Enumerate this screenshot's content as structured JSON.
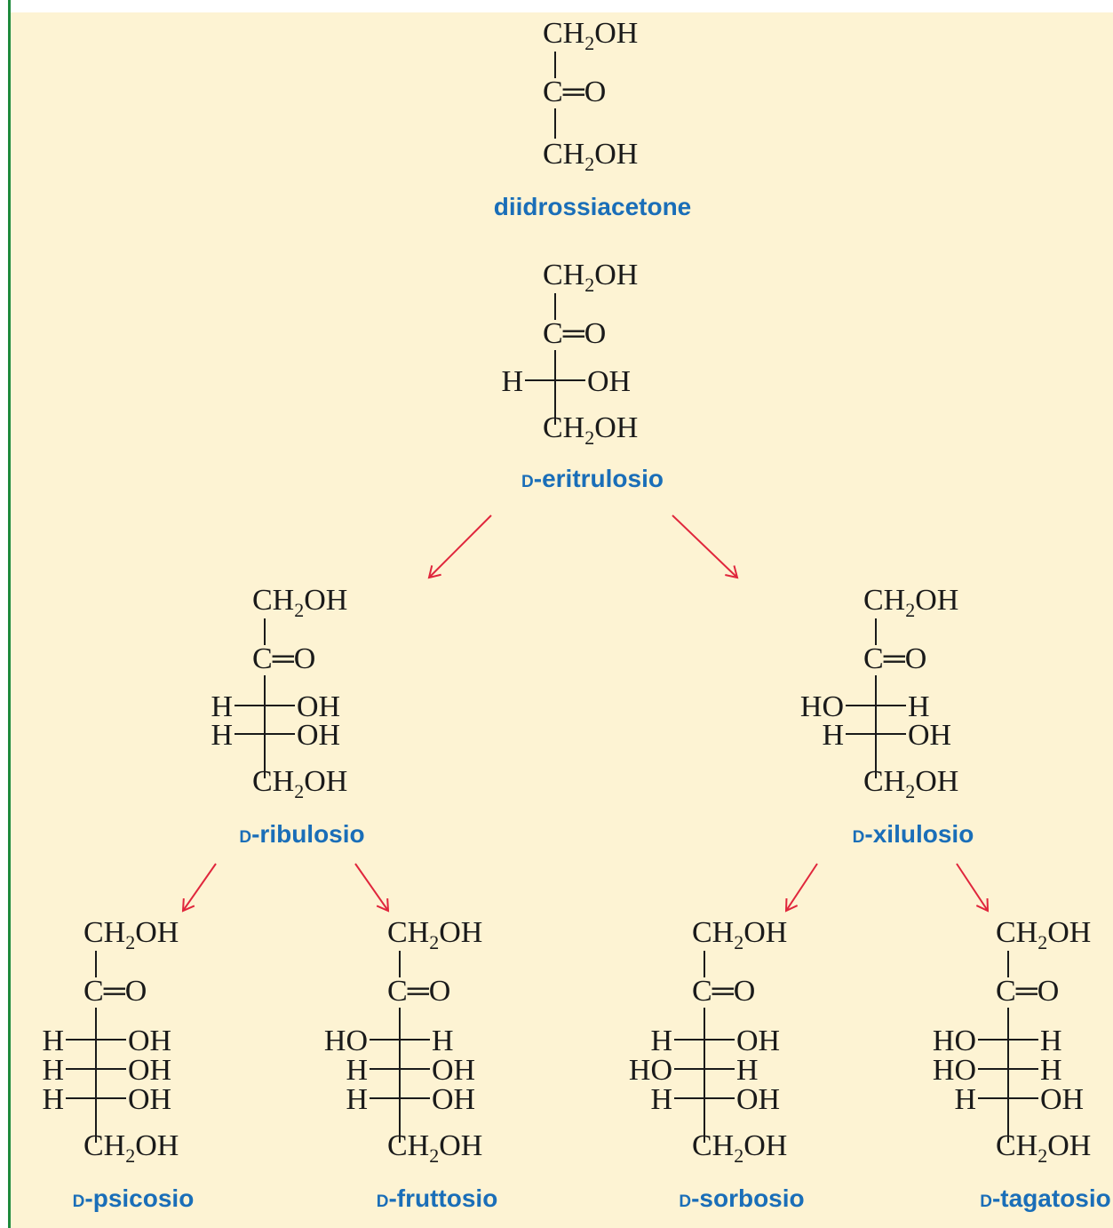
{
  "colors": {
    "background": "#fdf3d3",
    "border": "#1e8a3c",
    "name": "#1a6eb8",
    "arrow": "#e0263c",
    "text": "#1a1a1a"
  },
  "molecules": [
    {
      "name": "diidrossiacetone",
      "prefix": "",
      "rows": []
    },
    {
      "name": "eritrulosio",
      "prefix": "D",
      "rows": [
        [
          "H",
          "OH"
        ]
      ]
    },
    {
      "name": "ribulosio",
      "prefix": "D",
      "rows": [
        [
          "H",
          "OH"
        ],
        [
          "H",
          "OH"
        ]
      ]
    },
    {
      "name": "xilulosio",
      "prefix": "D",
      "rows": [
        [
          "HO",
          "H"
        ],
        [
          "H",
          "OH"
        ]
      ]
    },
    {
      "name": "psicosio",
      "prefix": "D",
      "rows": [
        [
          "H",
          "OH"
        ],
        [
          "H",
          "OH"
        ],
        [
          "H",
          "OH"
        ]
      ]
    },
    {
      "name": "fruttosio",
      "prefix": "D",
      "rows": [
        [
          "HO",
          "H"
        ],
        [
          "H",
          "OH"
        ],
        [
          "H",
          "OH"
        ]
      ]
    },
    {
      "name": "sorbosio",
      "prefix": "D",
      "rows": [
        [
          "H",
          "OH"
        ],
        [
          "HO",
          "H"
        ],
        [
          "H",
          "OH"
        ]
      ]
    },
    {
      "name": "tagatosio",
      "prefix": "D",
      "rows": [
        [
          "HO",
          "H"
        ],
        [
          "HO",
          "H"
        ],
        [
          "H",
          "OH"
        ]
      ]
    }
  ],
  "groups": {
    "ch2oh_main": "CH",
    "ch2oh_sub": "2",
    "ch2oh_tail": "OH",
    "carbonyl_c": "C",
    "carbonyl_o": "O",
    "double_bond": "═",
    "separator": "-"
  }
}
